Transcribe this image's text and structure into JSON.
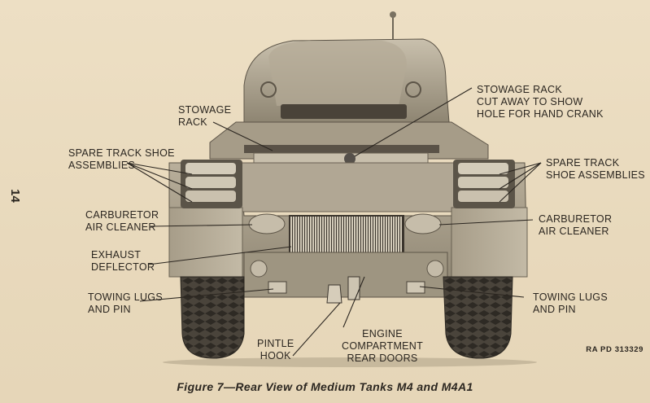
{
  "page_number": "14",
  "callouts": {
    "stowage_rack": "STOWAGE\nRACK",
    "stowage_rack_cutaway": "STOWAGE RACK\nCUT AWAY TO SHOW\nHOLE FOR HAND CRANK",
    "spare_track_left": "SPARE TRACK SHOE\nASSEMBLIES",
    "spare_track_right": "SPARE TRACK\nSHOE ASSEMBLIES",
    "carburetor_left": "CARBURETOR\nAIR CLEANER",
    "carburetor_right": "CARBURETOR\nAIR CLEANER",
    "exhaust_deflector": "EXHAUST\nDEFLECTOR",
    "towing_left": "TOWING LUGS\nAND PIN",
    "towing_right": "TOWING LUGS\nAND PIN",
    "pintle_hook": "PINTLE\nHOOK",
    "engine_doors": "ENGINE\nCOMPARTMENT\nREAR DOORS"
  },
  "reference_code": "RA PD 313329",
  "caption": "Figure 7—Rear View of Medium Tanks M4 and M4A1",
  "colors": {
    "paper": "#eadcc0",
    "ink": "#2b2620",
    "hull_light": "#bdb39f",
    "hull_mid": "#8f8573",
    "hull_dark": "#3e3830"
  }
}
